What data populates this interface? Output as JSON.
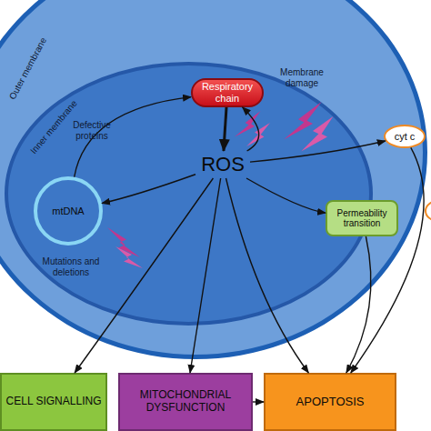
{
  "diagram": {
    "nodes": [
      {
        "text": [
          "Outer membrane"
        ]
      },
      {
        "text": [
          "Inner membrane"
        ],
        "in": 0
      },
      {
        "text": [
          "Respiratory chain"
        ],
        "in": 1
      },
      {
        "text": [
          "ROS"
        ],
        "in": 1
      },
      {
        "text": [
          "mtDNA"
        ],
        "in": 1
      },
      {
        "text": [
          "cyt c"
        ],
        "in": 0
      },
      {
        "text": [
          "Permeability transition"
        ],
        "in": 0
      },
      {
        "text": [
          "CELL SIGNALLING"
        ]
      },
      {
        "text": [
          "MITOCHONDRIAL DYSFUNCTION"
        ]
      },
      {
        "text": [
          "APOPTOSIS"
        ]
      }
    ],
    "edges": [
      {
        "from": 2,
        "to": 3,
        "arrow": "to"
      },
      {
        "from": 3,
        "to": 2,
        "arrow": "to"
      },
      {
        "from": 3,
        "to": 4,
        "arrow": "to"
      },
      {
        "from": 4,
        "to": 2,
        "arrow": "to"
      },
      {
        "from": 3,
        "to": 5,
        "arrow": "to"
      },
      {
        "from": 3,
        "to": 6,
        "arrow": "to"
      },
      {
        "from": 3,
        "to": 7,
        "arrow": "to"
      },
      {
        "from": 3,
        "to": 8,
        "arrow": "to"
      },
      {
        "from": 3,
        "to": 9,
        "arrow": "to"
      },
      {
        "from": 8,
        "to": 9,
        "arrow": "to"
      },
      {
        "from": 6,
        "to": 9,
        "arrow": "to"
      },
      {
        "from": 5,
        "to": 9,
        "arrow": "to"
      }
    ],
    "labels": [
      "Defective proteins",
      "Membrane damage",
      "Mutations and deletions"
    ]
  }
}
